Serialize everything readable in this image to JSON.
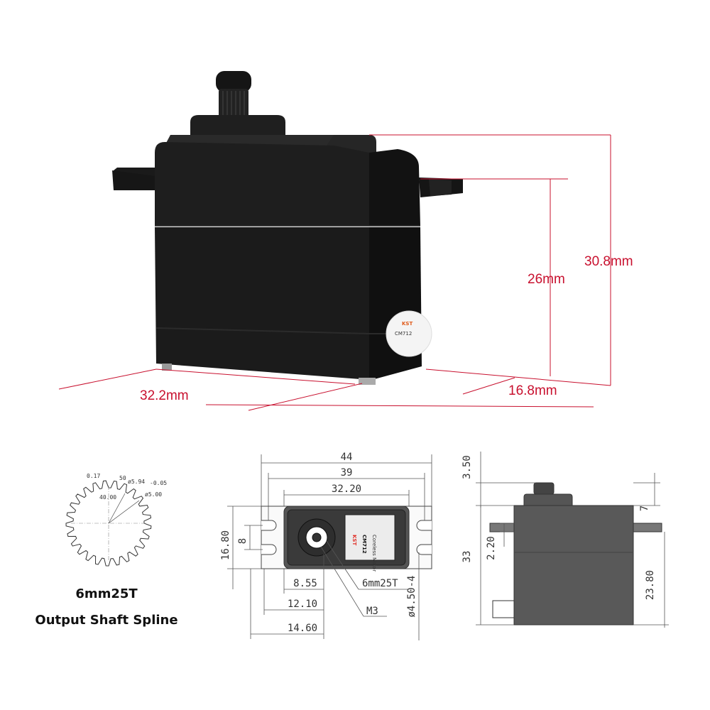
{
  "photo": {
    "dimensions": {
      "depth": "32.2mm",
      "width": "16.8mm",
      "body_height": "26mm",
      "total_height": "30.8mm"
    },
    "sticker": {
      "brand": "KST",
      "model": "CM712"
    }
  },
  "spline": {
    "annotations": {
      "pitch": "0.17",
      "angle": "50",
      "tip_dia": "ø5.94",
      "tip_tol": "-0.05",
      "pressure": "40.00",
      "root_dia": "ø5.00"
    },
    "caption_line1": "6mm25T",
    "caption_line2": "Output Shaft Spline"
  },
  "top_view": {
    "dims": {
      "overall": "44",
      "mount": "39",
      "body": "32.20",
      "height": "16.80",
      "hole_spacing": "8",
      "shaft_a": "8.55",
      "shaft_b": "12.10",
      "shaft_c": "14.60"
    },
    "callouts": {
      "spline": "6mm25T",
      "screw": "M3",
      "hole": "ø4.50-4"
    },
    "label": {
      "brand": "KST",
      "model": "CM712",
      "sub": "Coreless Motor"
    }
  },
  "side_view": {
    "dims": {
      "shaft_top": "3.50",
      "top": "7",
      "total": "33",
      "tab": "2.20",
      "lower": "23.80"
    }
  },
  "colors": {
    "dimension_red": "#c8102e",
    "servo_black": "#1c1c1c",
    "cad_gray": "#555555"
  }
}
